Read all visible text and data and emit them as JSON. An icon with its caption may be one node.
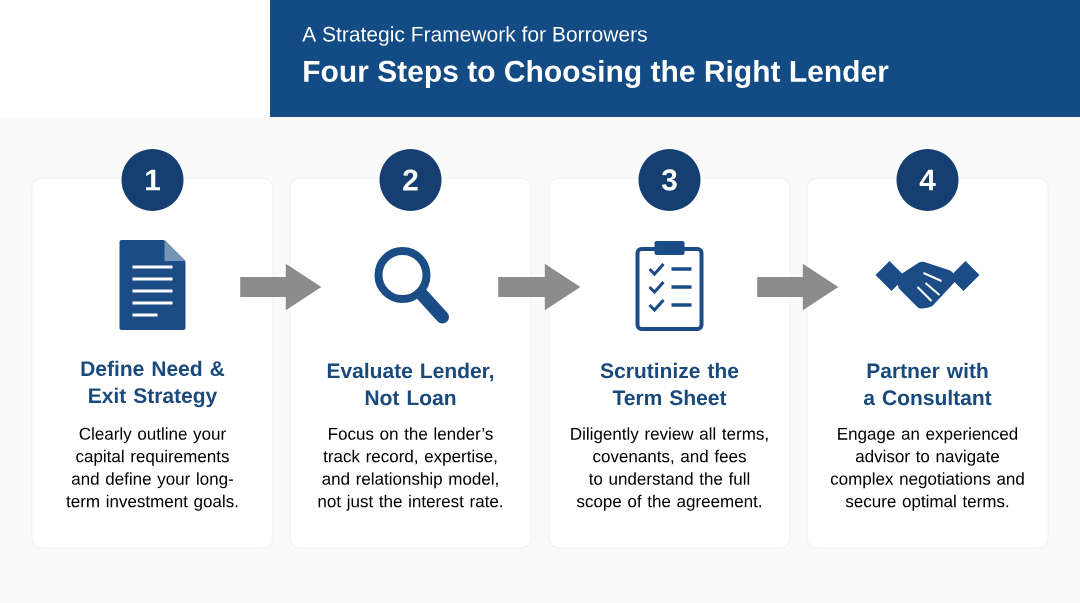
{
  "diagram": {
    "title": "Four Steps to Choosing the Right Lender",
    "labels": [
      "A Strategic Framework for Borrowers"
    ],
    "nodes": [
      {
        "text": [
          "1"
        ]
      },
      {
        "text": [
          "Define Need & Exit Strategy",
          "Clearly outline your capital requirements and define your long-term investment goals."
        ]
      },
      {
        "text": [
          "2"
        ]
      },
      {
        "text": [
          "Evaluate Lender, Not Loan",
          "Focus on the lender’s track record, expertise, and relationship model, not just the interest rate."
        ]
      },
      {
        "text": [
          "3"
        ]
      },
      {
        "text": [
          "Scrutinize the Term Sheet",
          "Diligently review all terms, covenants, and fees to understand the full scope of the agreement."
        ]
      },
      {
        "text": [
          "4"
        ]
      },
      {
        "text": [
          "Partner with a Consultant",
          "Engage an experienced advisor to navigate complex negotiations and secure optimal terms."
        ]
      }
    ],
    "edges": [
      {
        "from": 1,
        "to": 3,
        "arrow": "to"
      },
      {
        "from": 3,
        "to": 5,
        "arrow": "to"
      },
      {
        "from": 5,
        "to": 7,
        "arrow": "to"
      }
    ]
  }
}
